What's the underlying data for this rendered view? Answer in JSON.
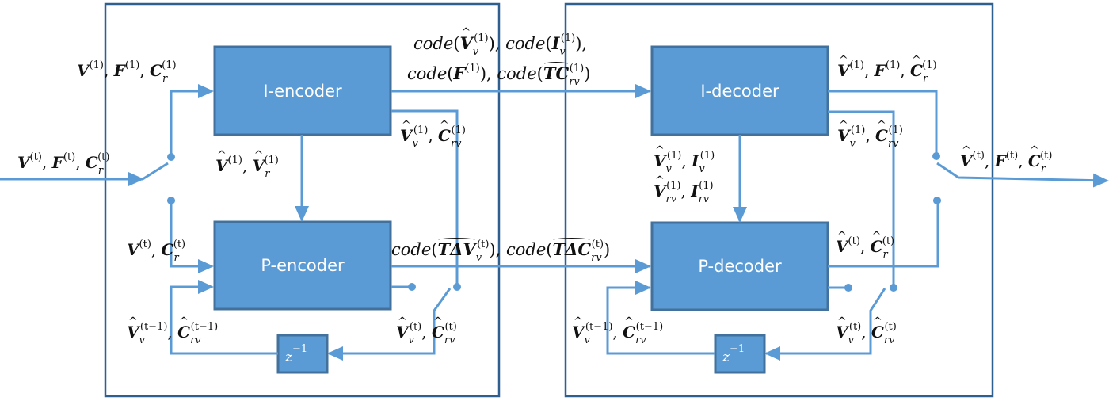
{
  "blocks": {
    "i_encoder": "I-encoder",
    "p_encoder": "P-encoder",
    "i_decoder": "I-decoder",
    "p_decoder": "P-decoder",
    "delay_enc": "z",
    "delay_dec": "z",
    "delay_exp": "−1"
  },
  "labels": {
    "input_main": {
      "v": "V",
      "vs": "(t)",
      "f": "F",
      "fs": "(t)",
      "c": "C",
      "cb": "r",
      "cs": "(t)"
    },
    "i_enc_in": {
      "v": "V",
      "vs": "(1)",
      "f": "F",
      "fs": "(1)",
      "c": "C",
      "cb": "r",
      "cs": "(1)"
    },
    "i_to_p_enc": {
      "a": "V",
      "as": "(1)",
      "b": "V",
      "bb": "r",
      "bs": "(1)"
    },
    "p_enc_in": {
      "v": "V",
      "vs": "(t)",
      "c": "C",
      "cb": "r",
      "cs": "(t)"
    },
    "enc_feedback_prev": {
      "a": "V",
      "ab": "v",
      "as": "(t−1)",
      "b": "C",
      "bb": "rv",
      "bs": "(t−1)"
    },
    "enc_i_recon": {
      "a": "V",
      "ab": "v",
      "as": "(1)",
      "b": "C",
      "bb": "rv",
      "bs": "(1)"
    },
    "enc_p_recon": {
      "a": "V",
      "ab": "v",
      "as": "(t)",
      "b": "C",
      "bb": "rv",
      "bs": "(t)"
    },
    "code_i_line1": {
      "code": "code",
      "a": "V",
      "ab": "v",
      "as": "(1)",
      "b": "I",
      "bb": "v",
      "bs": "(1)"
    },
    "code_i_line2": {
      "code": "code",
      "a": "F",
      "as": "(1)",
      "b": "TC",
      "bb": "rv",
      "bs": "(1)"
    },
    "code_p": {
      "code": "code",
      "a": "TΔV",
      "ab": "v",
      "as": "(t)",
      "b": "TΔC",
      "bb": "rv",
      "bs": "(t)"
    },
    "dec_i_to_p_line1": {
      "a": "V",
      "ab": "v",
      "as": "(1)",
      "b": "I",
      "bb": "v",
      "bs": "(1)"
    },
    "dec_i_to_p_line2": {
      "a": "V",
      "ab": "rv",
      "as": "(1)",
      "b": "I",
      "bb": "rv",
      "bs": "(1)"
    },
    "i_dec_out": {
      "v": "V",
      "vs": "(1)",
      "f": "F",
      "fs": "(1)",
      "c": "C",
      "cb": "r",
      "cs": "(1)"
    },
    "dec_i_recon": {
      "a": "V",
      "ab": "v",
      "as": "(1)",
      "b": "C",
      "bb": "rv",
      "bs": "(1)"
    },
    "p_dec_out": {
      "v": "V",
      "vs": "(t)",
      "c": "C",
      "cb": "r",
      "cs": "(t)"
    },
    "dec_p_recon": {
      "a": "V",
      "ab": "v",
      "as": "(t)",
      "b": "C",
      "bb": "rv",
      "bs": "(t)"
    },
    "dec_feedback_prev": {
      "a": "V",
      "ab": "v",
      "as": "(t−1)",
      "b": "C",
      "bb": "rv",
      "bs": "(t−1)"
    },
    "output_main": {
      "v": "V",
      "vs": "(t)",
      "f": "F",
      "fs": "(t)",
      "c": "C",
      "cb": "r",
      "cs": "(t)"
    }
  }
}
